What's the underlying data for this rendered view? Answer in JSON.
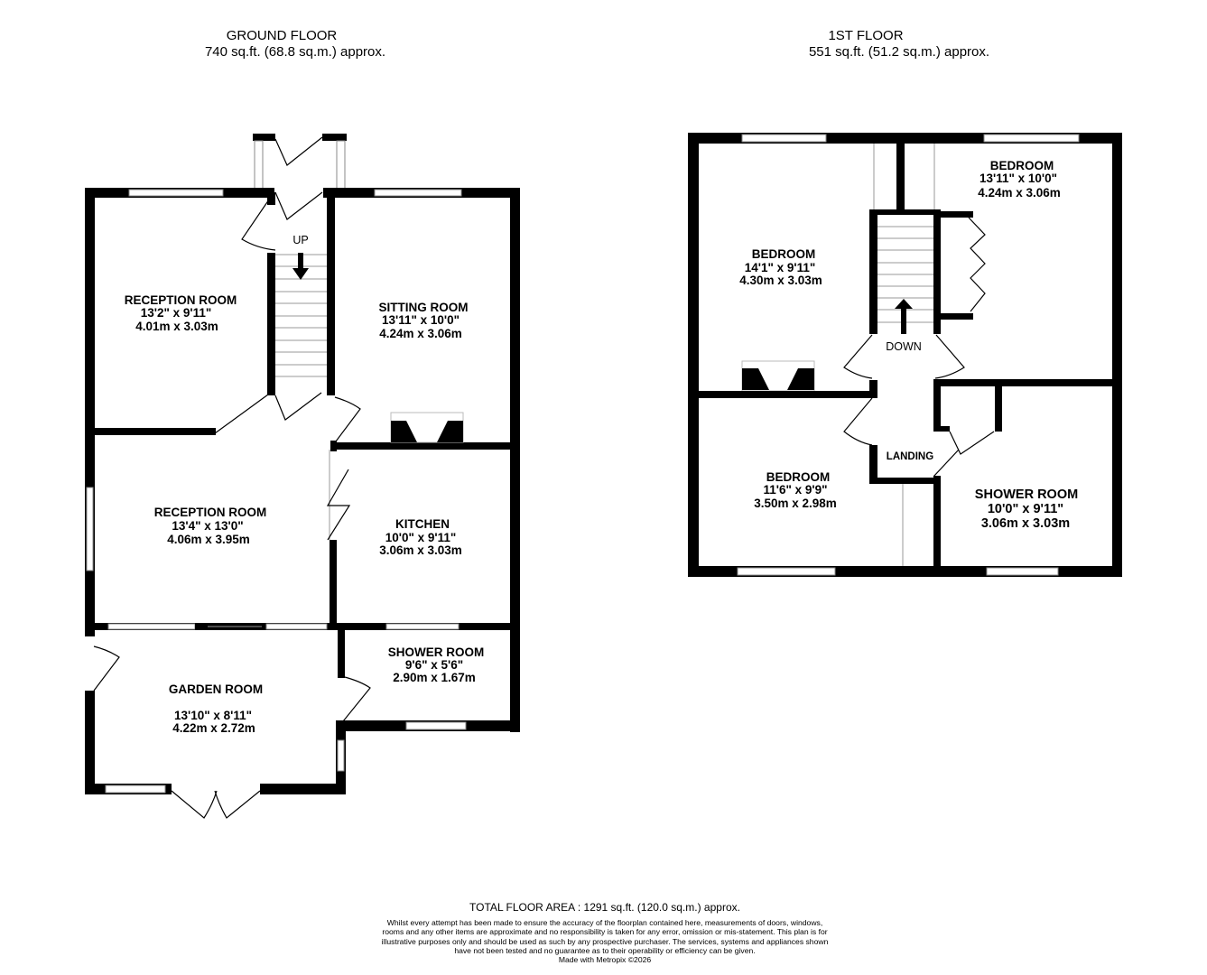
{
  "ground_floor": {
    "title": "GROUND FLOOR",
    "area": "740 sq.ft. (68.8 sq.m.) approx.",
    "stair_label": "UP",
    "rooms": [
      {
        "name": "RECEPTION ROOM",
        "imperial": "13'2\"  x 9'11\"",
        "metric": "4.01m  x 3.03m"
      },
      {
        "name": "SITTING ROOM",
        "imperial": "13'11\"  x 10'0\"",
        "metric": "4.24m  x 3.06m"
      },
      {
        "name": "RECEPTION ROOM",
        "imperial": "13'4\"  x 13'0\"",
        "metric": "4.06m  x 3.95m"
      },
      {
        "name": "KITCHEN",
        "imperial": "10'0\"  x 9'11\"",
        "metric": "3.06m  x 3.03m"
      },
      {
        "name": "SHOWER ROOM",
        "imperial": "9'6\"  x 5'6\"",
        "metric": "2.90m  x 1.67m"
      },
      {
        "name": "GARDEN ROOM",
        "imperial": "13'10\"  x 8'11\"",
        "metric": "4.22m  x 2.72m"
      }
    ]
  },
  "first_floor": {
    "title": "1ST FLOOR",
    "area": "551 sq.ft. (51.2 sq.m.) approx.",
    "stair_label": "DOWN",
    "landing_label": "LANDING",
    "rooms": [
      {
        "name": "BEDROOM",
        "imperial": "13'11\"  x 10'0\"",
        "metric": "4.24m  x 3.06m"
      },
      {
        "name": "BEDROOM",
        "imperial": "14'1\"  x 9'11\"",
        "metric": "4.30m  x 3.03m"
      },
      {
        "name": "BEDROOM",
        "imperial": "11'6\"  x 9'9\"",
        "metric": "3.50m  x 2.98m"
      },
      {
        "name": "SHOWER ROOM",
        "imperial": "10'0\"  x 9'11\"",
        "metric": "3.06m  x 3.03m"
      }
    ]
  },
  "footer": {
    "total": "TOTAL FLOOR AREA : 1291 sq.ft. (120.0 sq.m.) approx.",
    "disclaimer": "Whilst every attempt has been made to ensure the accuracy of the floorplan contained here, measurements of doors, windows, rooms and any other items are approximate and no responsibility is taken for any error, omission or mis-statement. This plan is for illustrative purposes only and should be used as such by any prospective purchaser. The services, systems and appliances shown have not been tested and no guarantee as to their operability or efficiency can be given.",
    "credit": "Made with Metropix ©2026"
  }
}
